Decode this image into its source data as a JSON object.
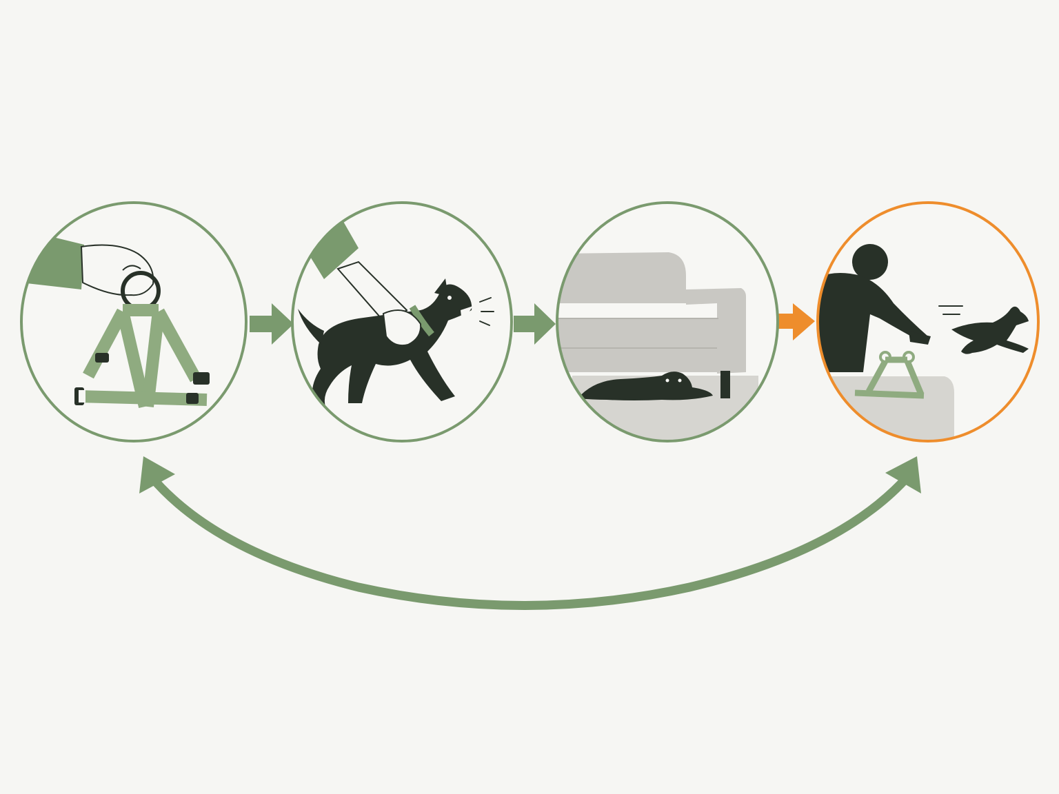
{
  "colors": {
    "background": "#f6f6f3",
    "panel_fill": "#f7f7f4",
    "green": "#7a9a6e",
    "green_light": "#8fab80",
    "orange": "#ee8d2c",
    "ink": "#283128",
    "sofa": "#c9c8c3",
    "sofa_shade": "#b5b4ae",
    "floor": "#d6d5d0"
  },
  "steps": [
    {
      "scene": "hand-holding-harness",
      "ring": "green"
    },
    {
      "scene": "dog-snapping-at-hand",
      "ring": "green"
    },
    {
      "scene": "dog-hiding-under-sofa",
      "ring": "green"
    },
    {
      "scene": "person-reaching-dog-running-away",
      "ring": "orange"
    }
  ],
  "arrows": [
    {
      "from": 1,
      "to": 2,
      "color": "green"
    },
    {
      "from": 2,
      "to": 3,
      "color": "green"
    },
    {
      "from": 3,
      "to": 4,
      "color": "orange"
    }
  ],
  "loop_arrow": {
    "from": 4,
    "to": 1,
    "color": "green",
    "double_headed": true
  }
}
